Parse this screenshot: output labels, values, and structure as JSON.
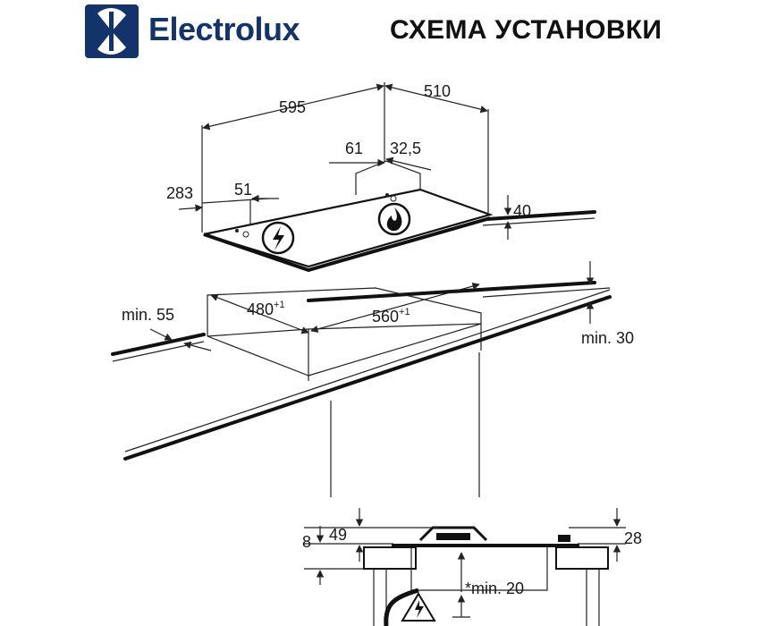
{
  "brand": {
    "name": "Electrolux",
    "color": "#12336b",
    "logo_icon": "electrolux-logo-icon"
  },
  "title": "СХЕМА УСТАНОВКИ",
  "dimensions": {
    "width": "595",
    "depth": "510",
    "gas_left": "61",
    "gas_right": "32,5",
    "elec_x": "283",
    "elec_y": "51",
    "height": "40",
    "cutout_depth": "480",
    "cutout_depth_tol": "+1",
    "cutout_width": "560",
    "cutout_width_tol": "+1",
    "min_front": "min. 55",
    "min_back": "min. 30",
    "section_49": "49",
    "section_8": "8",
    "section_28": "28",
    "section_min20": "*min. 20"
  },
  "icons": {
    "electric": "lightning-icon",
    "gas": "flame-icon",
    "warning": "warning-triangle-icon"
  }
}
